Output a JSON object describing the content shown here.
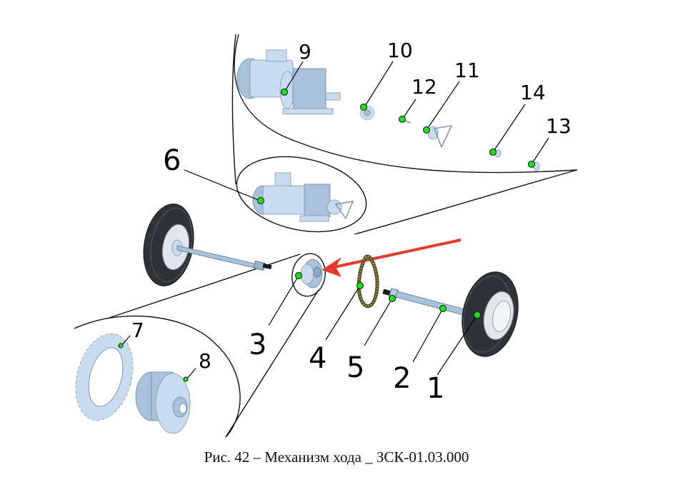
{
  "figure": {
    "caption": "Рис. 42 – Механизм хода _ ЗСК-01.03.000",
    "accent_color": "#e53b2f",
    "marker_color": "#22dd22"
  },
  "callouts": [
    {
      "id": "1",
      "label": "1",
      "part": "wheel"
    },
    {
      "id": "2",
      "label": "2",
      "part": "axle-shaft"
    },
    {
      "id": "3",
      "label": "3",
      "part": "hub-sprocket-assembly"
    },
    {
      "id": "4",
      "label": "4",
      "part": "drive-chain"
    },
    {
      "id": "5",
      "label": "5",
      "part": "shaft-coupling"
    },
    {
      "id": "6",
      "label": "6",
      "part": "gear-motor-assembly"
    },
    {
      "id": "7",
      "label": "7",
      "part": "sprocket"
    },
    {
      "id": "8",
      "label": "8",
      "part": "hub"
    },
    {
      "id": "9",
      "label": "9",
      "part": "gear-motor"
    },
    {
      "id": "10",
      "label": "10",
      "part": "small-sprocket"
    },
    {
      "id": "11",
      "label": "11",
      "part": "tensioner"
    },
    {
      "id": "12",
      "label": "12",
      "part": "pin"
    },
    {
      "id": "13",
      "label": "13",
      "part": "washer"
    },
    {
      "id": "14",
      "label": "14",
      "part": "nut"
    }
  ]
}
